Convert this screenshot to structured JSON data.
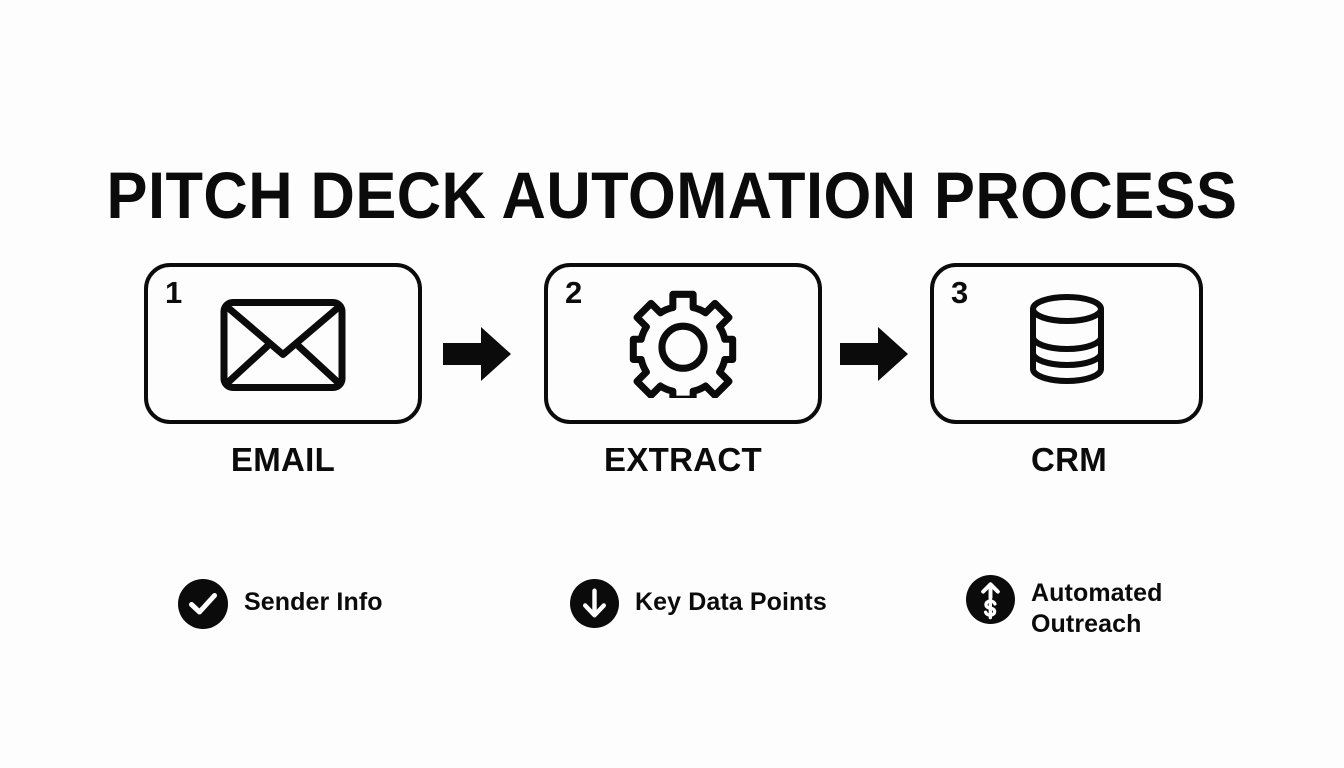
{
  "slide": {
    "title": "PITCH DECK AUTOMATION PROCESS",
    "background_color": "#fdfdfd",
    "ink_color": "#0b0b0b"
  },
  "steps": [
    {
      "number": "1",
      "label": "EMAIL",
      "icon": "envelope-icon"
    },
    {
      "number": "2",
      "label": "EXTRACT",
      "icon": "gear-icon"
    },
    {
      "number": "3",
      "label": "CRM",
      "icon": "database-icon"
    }
  ],
  "connectors": [
    {
      "icon": "arrow-right-icon"
    },
    {
      "icon": "arrow-right-icon"
    }
  ],
  "features": [
    {
      "badge_icon": "check-circle-icon",
      "text": "Sender Info"
    },
    {
      "badge_icon": "arrow-down-circle-icon",
      "text": "Key Data Points"
    },
    {
      "badge_icon": "arrow-up-dollar-circle-icon",
      "text": "Automated\nOutreach"
    }
  ]
}
